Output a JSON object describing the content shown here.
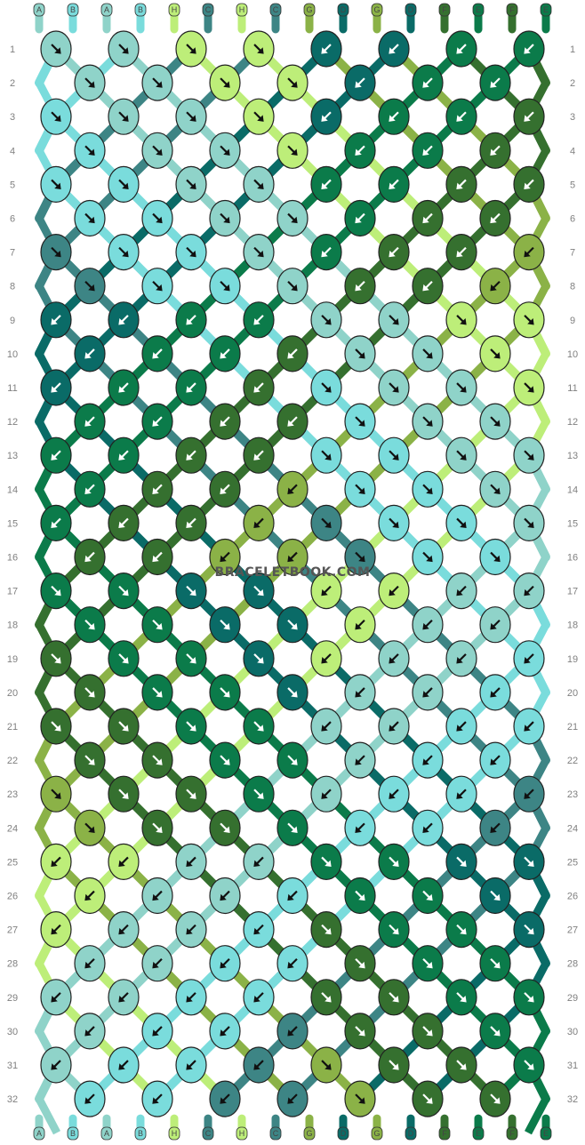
{
  "watermark": "BRACELETBOOK.COM",
  "strands_top": [
    "A",
    "B",
    "A",
    "B",
    "H",
    "C",
    "H",
    "C",
    "G",
    "D",
    "G",
    "D",
    "F",
    "E",
    "F",
    "E"
  ],
  "strands_bottom": [
    "A",
    "B",
    "A",
    "B",
    "H",
    "C",
    "H",
    "C",
    "G",
    "D",
    "G",
    "D",
    "F",
    "E",
    "F",
    "E"
  ],
  "row_numbers": [
    "1",
    "2",
    "3",
    "4",
    "5",
    "6",
    "7",
    "8",
    "9",
    "10",
    "11",
    "12",
    "13",
    "14",
    "15",
    "16",
    "17",
    "18",
    "19",
    "20",
    "21",
    "22",
    "23",
    "24",
    "25",
    "26",
    "27",
    "28",
    "29",
    "30",
    "31",
    "32"
  ],
  "colors": {
    "A": "#8fd3c9",
    "B": "#7adcdc",
    "C": "#3d8585",
    "D": "#0a6b67",
    "E": "#0b7b4a",
    "F": "#35702f",
    "G": "#8bb247",
    "H": "#bdee79"
  }
}
